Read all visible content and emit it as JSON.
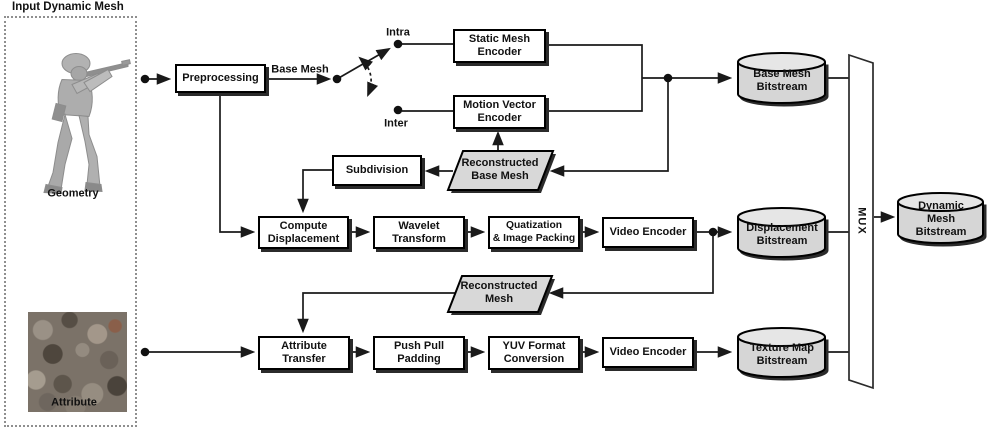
{
  "title": "Input Dynamic Mesh",
  "inputs": {
    "geometry": "Geometry",
    "attribute": "Attribute"
  },
  "wires": {
    "base_mesh": "Base Mesh",
    "intra": "Intra",
    "inter": "Inter"
  },
  "nodes": {
    "preprocessing": "Preprocessing",
    "static_mesh_encoder": "Static Mesh\nEncoder",
    "motion_vector_encoder": "Motion Vector\nEncoder",
    "subdivision": "Subdivision",
    "compute_displacement": "Compute\nDisplacement",
    "wavelet_transform": "Wavelet\nTransform",
    "quantization_image_packing": "Quatization\n& Image Packing",
    "video_encoder_geometry": "Video Encoder",
    "attribute_transfer": "Attribute\nTransfer",
    "push_pull_padding": "Push Pull\nPadding",
    "yuv_format_conversion": "YUV Format\nConversion",
    "video_encoder_attribute": "Video Encoder",
    "reconstructed_base_mesh": "Reconstructed\nBase Mesh",
    "reconstructed_mesh": "Reconstructed\nMesh",
    "mux": "MUX"
  },
  "bitstreams": {
    "base_mesh": "Base Mesh\nBitstream",
    "displacement": "Displacement\nBitstream",
    "texture_map": "Texture Map\nBitstream",
    "dynamic_mesh": "Dynamic Mesh\nBitstream"
  },
  "colors": {
    "line": "#1a1a1a",
    "box_fill": "#ffffff",
    "box_border": "#000000",
    "shadow": "#2b2b2b",
    "shape_fill": "#d8d8d8",
    "cylinder_fill": "#d6d6d6",
    "cylinder_top": "#e6e6e6"
  }
}
